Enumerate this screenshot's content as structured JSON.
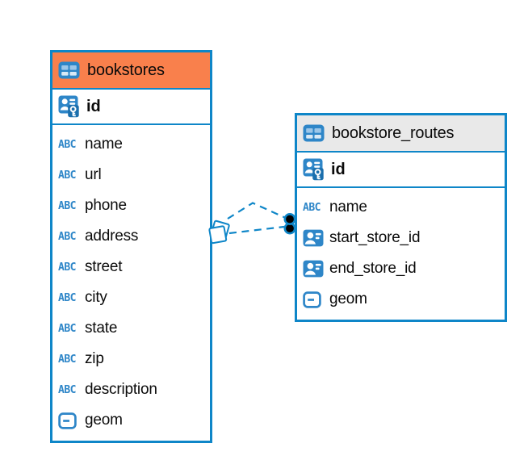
{
  "diagram": {
    "type": "entity-relationship",
    "colors": {
      "table_border": "#0E86C8",
      "bookstores_header_bg": "#F9804C",
      "routes_header_bg": "#E9E9E9",
      "icon_blue": "#2E86C8",
      "connector_blue": "#0E86C8",
      "background": "#FFFFFF",
      "text": "#0B0B0B"
    },
    "type_icon_labels": {
      "text": "ABC"
    },
    "tables": [
      {
        "name": "bookstores",
        "primary_key": {
          "name": "id"
        },
        "columns": [
          {
            "name": "name",
            "type": "text"
          },
          {
            "name": "url",
            "type": "text"
          },
          {
            "name": "phone",
            "type": "text"
          },
          {
            "name": "address",
            "type": "text"
          },
          {
            "name": "street",
            "type": "text"
          },
          {
            "name": "city",
            "type": "text"
          },
          {
            "name": "state",
            "type": "text"
          },
          {
            "name": "zip",
            "type": "text"
          },
          {
            "name": "description",
            "type": "text"
          },
          {
            "name": "geom",
            "type": "geometry"
          }
        ]
      },
      {
        "name": "bookstore_routes",
        "primary_key": {
          "name": "id"
        },
        "columns": [
          {
            "name": "name",
            "type": "text"
          },
          {
            "name": "start_store_id",
            "type": "reference"
          },
          {
            "name": "end_store_id",
            "type": "reference"
          },
          {
            "name": "geom",
            "type": "geometry"
          }
        ]
      }
    ],
    "relationships": {
      "style": "dashed",
      "line_count": 2,
      "from": "bookstores",
      "to": "bookstore_routes"
    }
  }
}
